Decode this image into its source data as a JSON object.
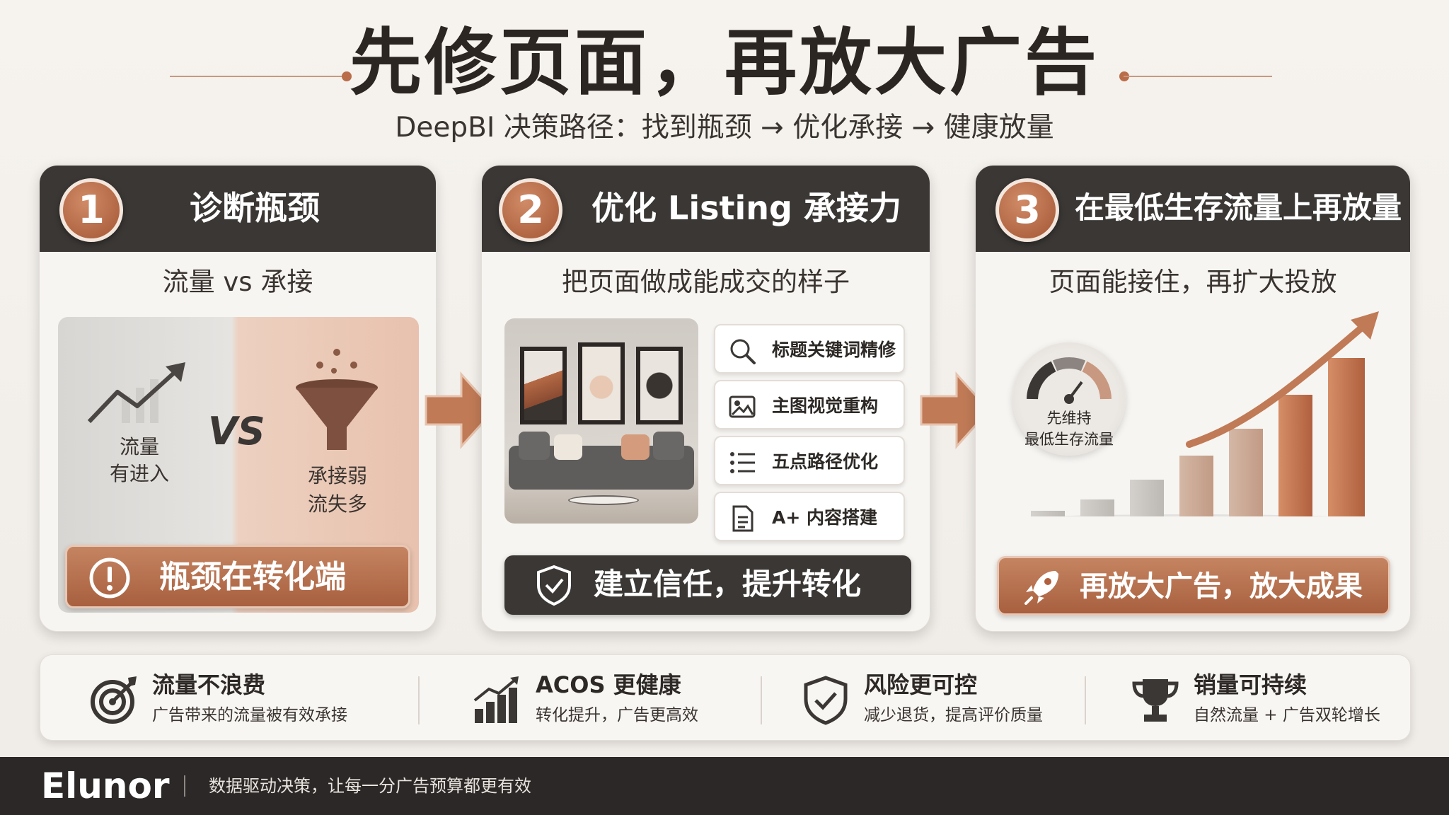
{
  "title": "先修页面，再放大广告",
  "subtitle": "DeepBI 决策路径：找到瓶颈 → 优化承接 → 健康放量",
  "colors": {
    "accent": "#b96d48",
    "dark": "#3a3735",
    "background": "#f3f0ec"
  },
  "steps": [
    {
      "number": "1",
      "title": "诊断瓶颈",
      "subtitle": "流量 vs 承接",
      "left_label_1": "流量",
      "left_label_2": "有进入",
      "vs": "VS",
      "right_label_1": "承接弱",
      "right_label_2": "流失多",
      "banner": "瓶颈在转化端"
    },
    {
      "number": "2",
      "title": "优化 Listing 承接力",
      "subtitle": "把页面做成能成交的样子",
      "items": [
        {
          "label": "标题关键词精修",
          "icon": "search-icon"
        },
        {
          "label": "主图视觉重构",
          "icon": "image-icon"
        },
        {
          "label": "五点路径优化",
          "icon": "list-icon"
        },
        {
          "label": "A+ 内容搭建",
          "icon": "document-icon"
        }
      ],
      "banner": "建立信任，提升转化"
    },
    {
      "number": "3",
      "title": "在最低生存流量上再放量",
      "subtitle": "页面能接住，再扩大投放",
      "gauge_label_1": "先维持",
      "gauge_label_2": "最低生存流量",
      "banner": "再放大广告，放大成果"
    }
  ],
  "benefits": [
    {
      "title": "流量不浪费",
      "desc": "广告带来的流量被有效承接",
      "icon": "target-icon"
    },
    {
      "title": "ACOS 更健康",
      "desc": "转化提升，广告更高效",
      "icon": "bar-chart-icon"
    },
    {
      "title": "风险更可控",
      "desc": "减少退货，提高评价质量",
      "icon": "shield-check-icon"
    },
    {
      "title": "销量可持续",
      "desc": "自然流量 + 广告双轮增长",
      "icon": "trophy-icon"
    }
  ],
  "footer": {
    "brand": "Elunor",
    "slogan": "数据驱动决策，让每一分广告预算都更有效"
  }
}
